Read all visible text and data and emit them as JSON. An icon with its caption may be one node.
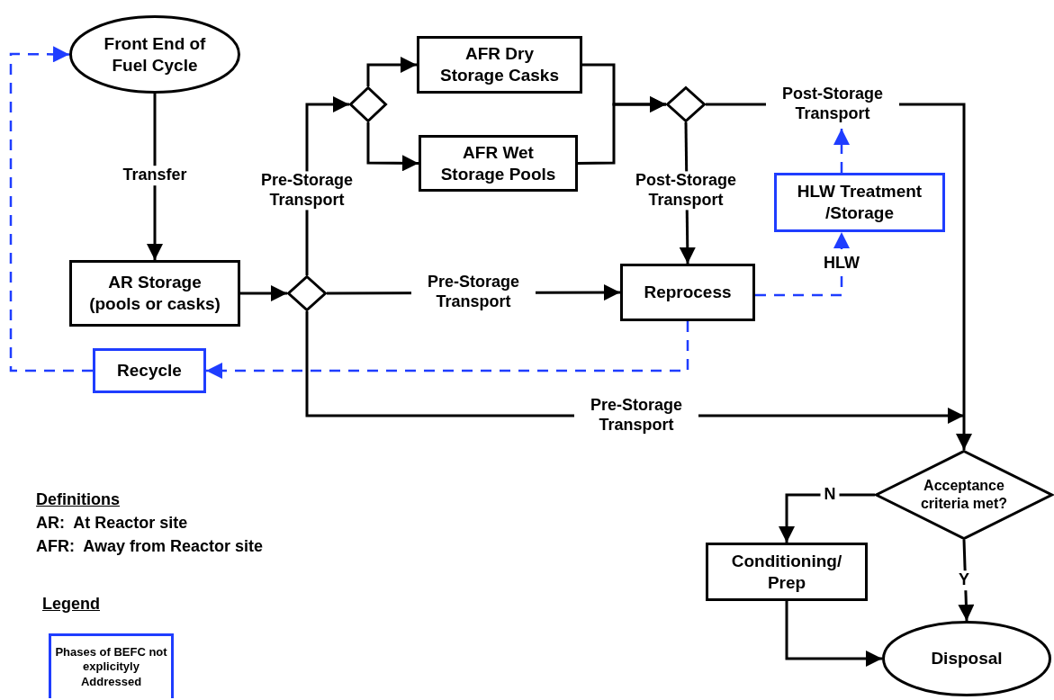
{
  "diagram": {
    "nodes": [
      {
        "text": [
          "Front End of Fuel Cycle"
        ]
      },
      {
        "text": [
          "AFR Dry Storage Casks"
        ]
      },
      {
        "text": [],
        "shape": "diamond"
      },
      {
        "text": [],
        "shape": "diamond"
      },
      {
        "text": [
          "AFR Wet Storage Pools"
        ]
      },
      {
        "text": [
          "HLW Treatment /Storage"
        ]
      },
      {
        "text": [
          "AR Storage (pools or casks)"
        ]
      },
      {
        "text": [],
        "shape": "diamond"
      },
      {
        "text": [
          "Reprocess"
        ]
      },
      {
        "text": [
          "Recycle"
        ]
      },
      {
        "text": [
          "Acceptance criteria met?"
        ]
      },
      {
        "text": [
          "Conditioning/ Prep"
        ]
      },
      {
        "text": [
          "Disposal"
        ]
      }
    ],
    "edges": [
      {
        "from": 0,
        "to": 6,
        "arrow": "to",
        "label": "Transfer"
      },
      {
        "from": 6,
        "to": 7,
        "arrow": "to"
      },
      {
        "from": 7,
        "to": 2,
        "arrow": "to",
        "label": "Pre-Storage Transport"
      },
      {
        "from": 2,
        "to": 1,
        "arrow": "to"
      },
      {
        "from": 2,
        "to": 4,
        "arrow": "to"
      },
      {
        "from": 1,
        "to": 3,
        "arrow": "to"
      },
      {
        "from": 4,
        "to": 3,
        "arrow": "to"
      },
      {
        "from": 3,
        "to": 10,
        "arrow": "to",
        "label": "Post-Storage Transport"
      },
      {
        "from": 7,
        "to": 10,
        "arrow": "to",
        "label": "Pre-Storage Transport"
      },
      {
        "from": 3,
        "to": 8,
        "arrow": "to",
        "label": "Post-Storage Transport"
      },
      {
        "from": 7,
        "to": 8,
        "arrow": "to",
        "label": "Pre-Storage Transport"
      },
      {
        "from": 8,
        "to": 5,
        "arrow": "to",
        "label": "HLW",
        "style": "dashed",
        "color": "#1f3dff"
      },
      {
        "from": 5,
        "to": null,
        "arrow": "to",
        "style": "dashed",
        "color": "#1f3dff"
      },
      {
        "from": 8,
        "to": 9,
        "arrow": "to",
        "style": "dashed",
        "color": "#1f3dff"
      },
      {
        "from": 9,
        "to": 0,
        "arrow": "to",
        "style": "dashed",
        "color": "#1f3dff"
      },
      {
        "from": 10,
        "to": 11,
        "arrow": "to",
        "label": "N"
      },
      {
        "from": 10,
        "to": 12,
        "arrow": "to",
        "label": "Y"
      },
      {
        "from": 11,
        "to": 12,
        "arrow": "to"
      }
    ],
    "labels": [
      "Definitions",
      "AR:  At Reactor site",
      "AFR:  Away from Reactor site",
      "Legend"
    ],
    "legend": [
      {
        "text": "Phases of BEFC not explicityly Addressed"
      }
    ]
  }
}
